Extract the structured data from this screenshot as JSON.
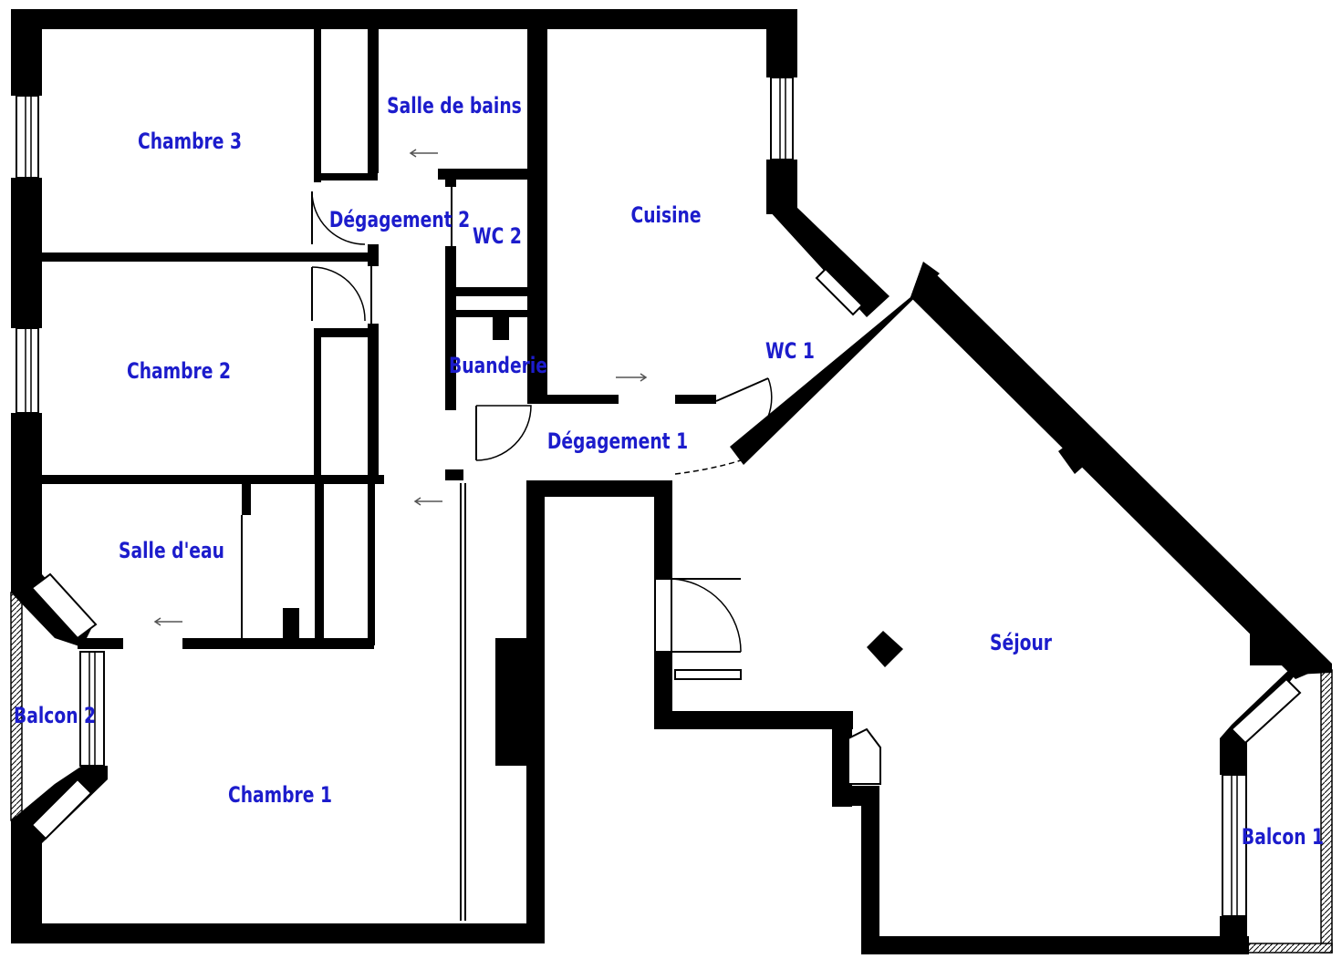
{
  "rooms": {
    "chambre3": "Chambre 3",
    "salle_de_bains": "Salle de bains",
    "degagement2": "Dégagement 2",
    "wc2": "WC 2",
    "cuisine": "Cuisine",
    "chambre2": "Chambre 2",
    "buanderie": "Buanderie",
    "wc1": "WC 1",
    "degagement1": "Dégagement 1",
    "salle_deau": "Salle d'eau",
    "sejour": "Séjour",
    "balcon2": "Balcon 2",
    "chambre1": "Chambre 1",
    "balcon1": "Balcon 1"
  },
  "colors": {
    "walls": "#000000",
    "labels": "#1c1ccc",
    "background": "#ffffff"
  }
}
